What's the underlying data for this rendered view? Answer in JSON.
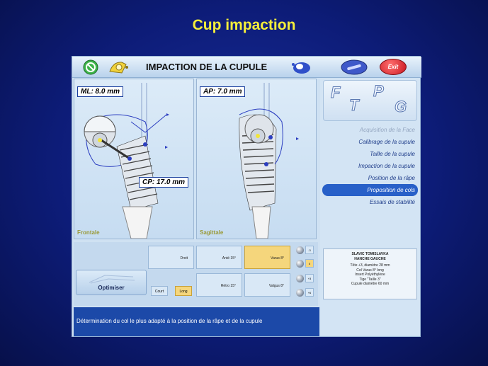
{
  "slide": {
    "title": "Cup impaction"
  },
  "app": {
    "title": "IMPACTION DE LA CUPULE",
    "exit_label": "Exit"
  },
  "views": {
    "frontal": {
      "label": "Frontale",
      "ml": "ML: 8.0 mm",
      "cp": "CP: 17.0 mm"
    },
    "sagittal": {
      "label": "Sagittale",
      "ap": "AP: 7.0 mm"
    }
  },
  "brand_letters": [
    "F",
    "T",
    "P",
    "G"
  ],
  "menu": {
    "items": [
      {
        "label": "Acquisition de la Face",
        "state": "disabled"
      },
      {
        "label": "Calibrage de la cupule",
        "state": "normal"
      },
      {
        "label": "Taille de la cupule",
        "state": "normal"
      },
      {
        "label": "Impaction de la cupule",
        "state": "normal"
      },
      {
        "label": "Position de la râpe",
        "state": "normal"
      },
      {
        "label": "Proposition de cols",
        "state": "active"
      },
      {
        "label": "Essais de stabilité",
        "state": "normal"
      }
    ]
  },
  "patient_info": {
    "name": "SLAVIC TOMISLAVKA",
    "side": "HANCHE GAUCHE",
    "line1": "Tête +3, diamètre 28 mm",
    "line2": "Col Varus 8° long",
    "line3": "Insert Polyéthylène",
    "line4": "Tige \"Taille 3\"",
    "line5": "Cupule diamètre 60 mm"
  },
  "neck_options": {
    "droit": "Droit",
    "ante": "Anté 15°",
    "varus": "Varus 8°",
    "retro": "Rétro 15°",
    "valgus": "Valgus 8°"
  },
  "length": {
    "court": "Court",
    "long": "Long"
  },
  "head_offsets": [
    "-3",
    "0",
    "+3",
    "+6"
  ],
  "optimize_label": "Optimiser",
  "status_text": "Détermination du col le plus adapté à la position de la râpe et de la cupule"
}
